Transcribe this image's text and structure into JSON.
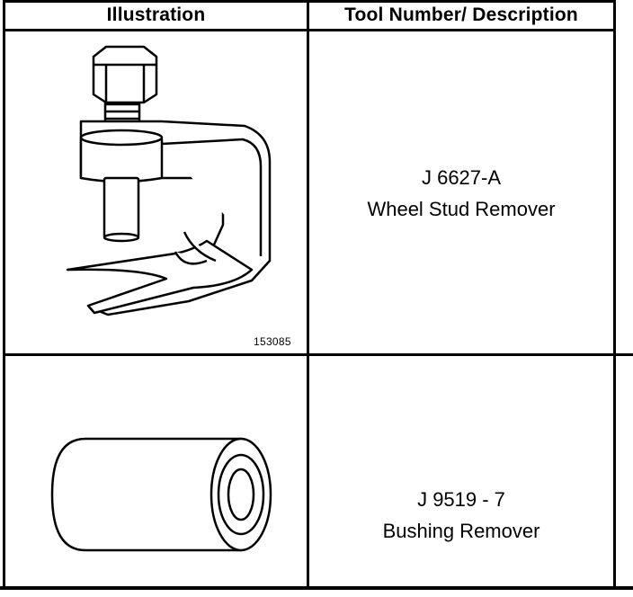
{
  "table": {
    "headers": {
      "illustration": "Illustration",
      "tool": "Tool Number/ Description"
    },
    "rows": [
      {
        "tool_number": "J 6627-A",
        "description": "Wheel Stud Remover",
        "illustration_code": "153085",
        "icon": "wheel-stud-remover-icon"
      },
      {
        "tool_number": "J 9519 - 7",
        "description": "Bushing Remover",
        "illustration_code": "",
        "icon": "bushing-remover-icon"
      }
    ]
  }
}
